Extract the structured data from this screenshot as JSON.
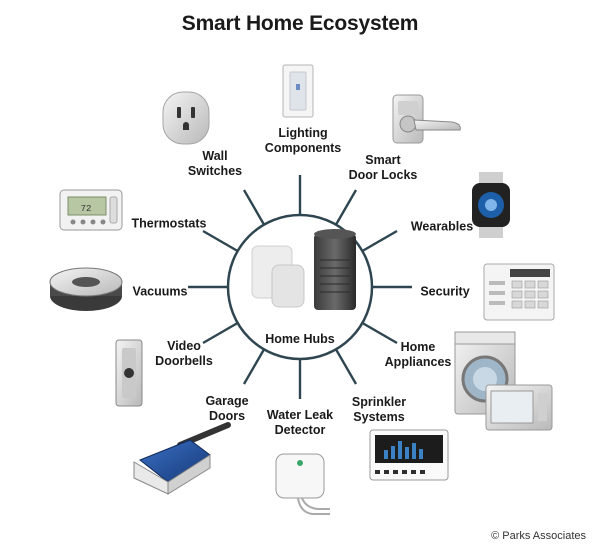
{
  "title": "Smart Home Ecosystem",
  "hub": "Home Hubs",
  "credit": "© Parks Associates",
  "nodes": [
    {
      "id": "lighting",
      "line1": "Lighting",
      "line2": "Components"
    },
    {
      "id": "door-locks",
      "line1": "Smart",
      "line2": "Door Locks"
    },
    {
      "id": "wearables",
      "line1": "Wearables",
      "line2": ""
    },
    {
      "id": "security",
      "line1": "Security",
      "line2": ""
    },
    {
      "id": "appliances",
      "line1": "Home",
      "line2": "Appliances"
    },
    {
      "id": "sprinkler",
      "line1": "Sprinkler",
      "line2": "Systems"
    },
    {
      "id": "water-leak",
      "line1": "Water Leak",
      "line2": "Detector"
    },
    {
      "id": "garage",
      "line1": "Garage",
      "line2": "Doors"
    },
    {
      "id": "doorbells",
      "line1": "Video",
      "line2": "Doorbells"
    },
    {
      "id": "vacuums",
      "line1": "Vacuums",
      "line2": ""
    },
    {
      "id": "thermostats",
      "line1": "Thermostats",
      "line2": ""
    },
    {
      "id": "switches",
      "line1": "Wall",
      "line2": "Switches"
    }
  ],
  "colors": {
    "spoke": "#2f4650",
    "text": "#1a1a1a",
    "accent": "#1f4f9c"
  }
}
